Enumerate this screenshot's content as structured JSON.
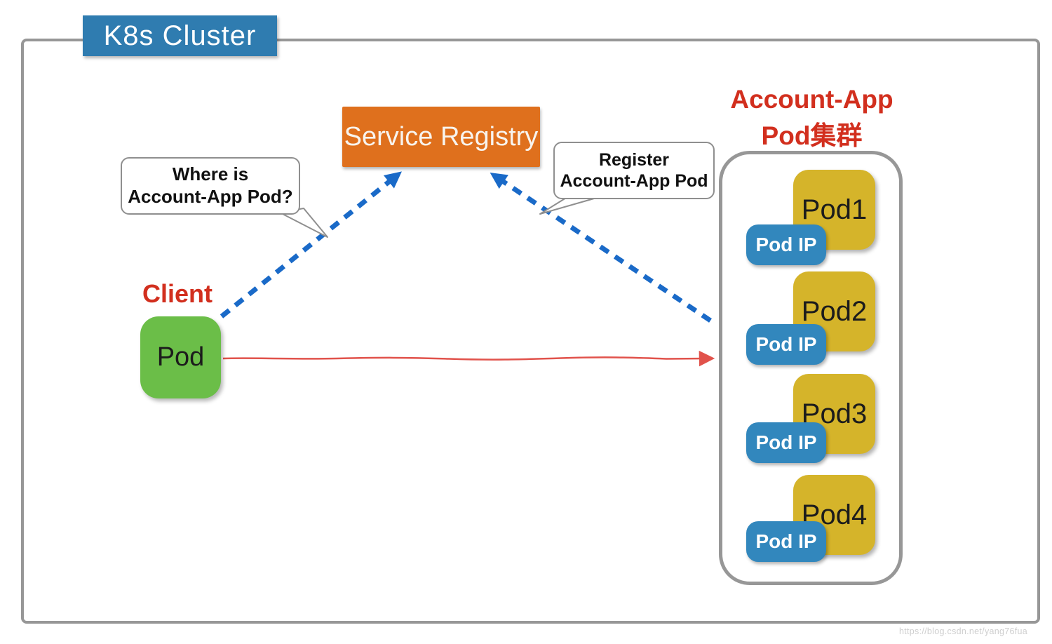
{
  "cluster_title": "K8s Cluster",
  "service_registry": {
    "label": "Service Registry"
  },
  "client": {
    "heading": "Client",
    "pod_label": "Pod"
  },
  "bubbles": {
    "where": {
      "line1": "Where is",
      "line2": "Account-App Pod?"
    },
    "register": {
      "line1": "Register",
      "line2": "Account-App Pod"
    }
  },
  "account_app": {
    "title_line1": "Account-App",
    "title_line2": "Pod集群",
    "pods": [
      {
        "name": "Pod1",
        "ip_label": "Pod IP"
      },
      {
        "name": "Pod2",
        "ip_label": "Pod IP"
      },
      {
        "name": "Pod3",
        "ip_label": "Pod IP"
      },
      {
        "name": "Pod4",
        "ip_label": "Pod IP"
      }
    ]
  },
  "watermark": "https://blog.csdn.net/yang76fua",
  "colors": {
    "title-bg": "#2F7CB0",
    "registry-bg": "#DF701D",
    "client-pod-bg": "#6BBE48",
    "pod-bg": "#D5B42A",
    "pod-ip-bg": "#3287BD",
    "arrow-blue": "#1A6AC8",
    "arrow-red": "#E1524B",
    "heading-red": "#D22F1E",
    "border-gray": "#979797",
    "bubble-border": "#8F8F8F"
  }
}
